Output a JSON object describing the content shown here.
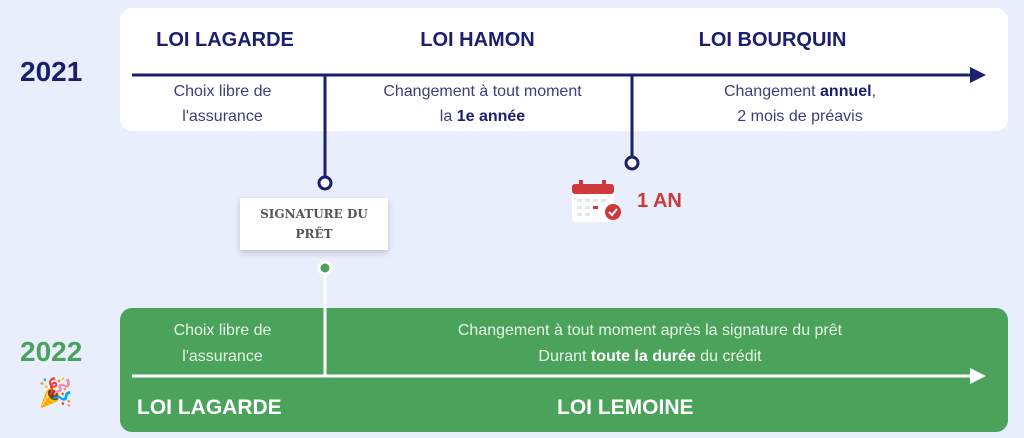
{
  "y2021": {
    "year": "2021",
    "laws": [
      "LOI LAGARDE",
      "LOI HAMON",
      "LOI BOURQUIN"
    ],
    "lagarde_desc": [
      "Choix libre de",
      "l'assurance"
    ],
    "hamon_desc": {
      "line1": "Changement à tout moment",
      "line2_pre": "la ",
      "line2_bold": "1e année"
    },
    "bourquin_desc": {
      "line1_pre": "Changement ",
      "line1_bold": "annuel",
      "line1_post": ",",
      "line2": "2 mois de préavis"
    }
  },
  "milestones": {
    "signature": "SIGNATURE DU PRÊT",
    "one_year": "1 AN"
  },
  "y2022": {
    "year": "2022",
    "laws": [
      "LOI LAGARDE",
      "LOI LEMOINE"
    ],
    "lagarde_desc": [
      "Choix libre de",
      "l'assurance"
    ],
    "lemoine_desc": {
      "line1": "Changement à tout moment après la signature du prêt",
      "line2_pre": "Durant ",
      "line2_bold": "toute la durée",
      "line2_post": " du crédit"
    }
  },
  "colors": {
    "navy": "#1a1f6e",
    "green": "#4ba35b",
    "red": "#d0393b",
    "bg": "#e8eefb"
  }
}
